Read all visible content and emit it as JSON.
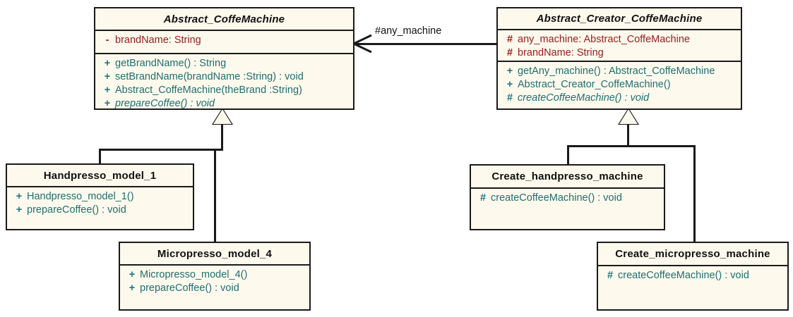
{
  "diagram": {
    "title": "Abstract Factory UML class diagram",
    "type": "uml-class-diagram",
    "background_color": "#ffffff",
    "class_fill_color": "#FDF9ED",
    "border_color": "#1a1a1a",
    "attribute_color": "#9B1B1B",
    "operation_color": "#1F6F6F",
    "name_color": "#111111"
  },
  "classes": {
    "abstract_coffemachine": {
      "name": "Abstract_CoffeMachine",
      "is_abstract": true,
      "attributes": [
        {
          "visibility": "-",
          "signature": "brandName:  String"
        }
      ],
      "operations": [
        {
          "visibility": "+",
          "signature": "getBrandName() : String",
          "is_abstract": false
        },
        {
          "visibility": "+",
          "signature": "setBrandName(brandName :String) : void",
          "is_abstract": false
        },
        {
          "visibility": "+",
          "signature": "Abstract_CoffeMachine(theBrand :String)",
          "is_abstract": false
        },
        {
          "visibility": "+",
          "signature": "prepareCoffee() : void",
          "is_abstract": true
        }
      ]
    },
    "abstract_creator_coffemachine": {
      "name": "Abstract_Creator_CoffeMachine",
      "is_abstract": true,
      "attributes": [
        {
          "visibility": "#",
          "signature": "any_machine:  Abstract_CoffeMachine"
        },
        {
          "visibility": "#",
          "signature": "brandName:  String"
        }
      ],
      "operations": [
        {
          "visibility": "+",
          "signature": "getAny_machine() : Abstract_CoffeMachine",
          "is_abstract": false
        },
        {
          "visibility": "+",
          "signature": "Abstract_Creator_CoffeMachine()",
          "is_abstract": false
        },
        {
          "visibility": "#",
          "signature": "createCoffeeMachine() : void",
          "is_abstract": true
        }
      ]
    },
    "handpresso_model_1": {
      "name": "Handpresso_model_1",
      "is_abstract": false,
      "attributes": [],
      "operations": [
        {
          "visibility": "+",
          "signature": "Handpresso_model_1()",
          "is_abstract": false
        },
        {
          "visibility": "+",
          "signature": "prepareCoffee() : void",
          "is_abstract": false
        }
      ]
    },
    "micropresso_model_4": {
      "name": "Micropresso_model_4",
      "is_abstract": false,
      "attributes": [],
      "operations": [
        {
          "visibility": "+",
          "signature": "Micropresso_model_4()",
          "is_abstract": false
        },
        {
          "visibility": "+",
          "signature": "prepareCoffee() : void",
          "is_abstract": false
        }
      ]
    },
    "create_handpresso_machine": {
      "name": "Create_handpresso_machine",
      "is_abstract": false,
      "attributes": [],
      "operations": [
        {
          "visibility": "#",
          "signature": "createCoffeeMachine() : void",
          "is_abstract": false
        }
      ]
    },
    "create_micropresso_machine": {
      "name": "Create_micropresso_machine",
      "is_abstract": false,
      "attributes": [],
      "operations": [
        {
          "visibility": "#",
          "signature": "createCoffeeMachine() : void",
          "is_abstract": false
        }
      ]
    }
  },
  "relationships": {
    "association_any_machine": {
      "label": "#any_machine",
      "kind": "directed-association",
      "from": "Abstract_Creator_CoffeMachine",
      "to": "Abstract_CoffeMachine"
    },
    "generalizations": [
      {
        "from": "Handpresso_model_1",
        "to": "Abstract_CoffeMachine"
      },
      {
        "from": "Micropresso_model_4",
        "to": "Abstract_CoffeMachine"
      },
      {
        "from": "Create_handpresso_machine",
        "to": "Abstract_Creator_CoffeMachine"
      },
      {
        "from": "Create_micropresso_machine",
        "to": "Abstract_Creator_CoffeMachine"
      }
    ]
  }
}
